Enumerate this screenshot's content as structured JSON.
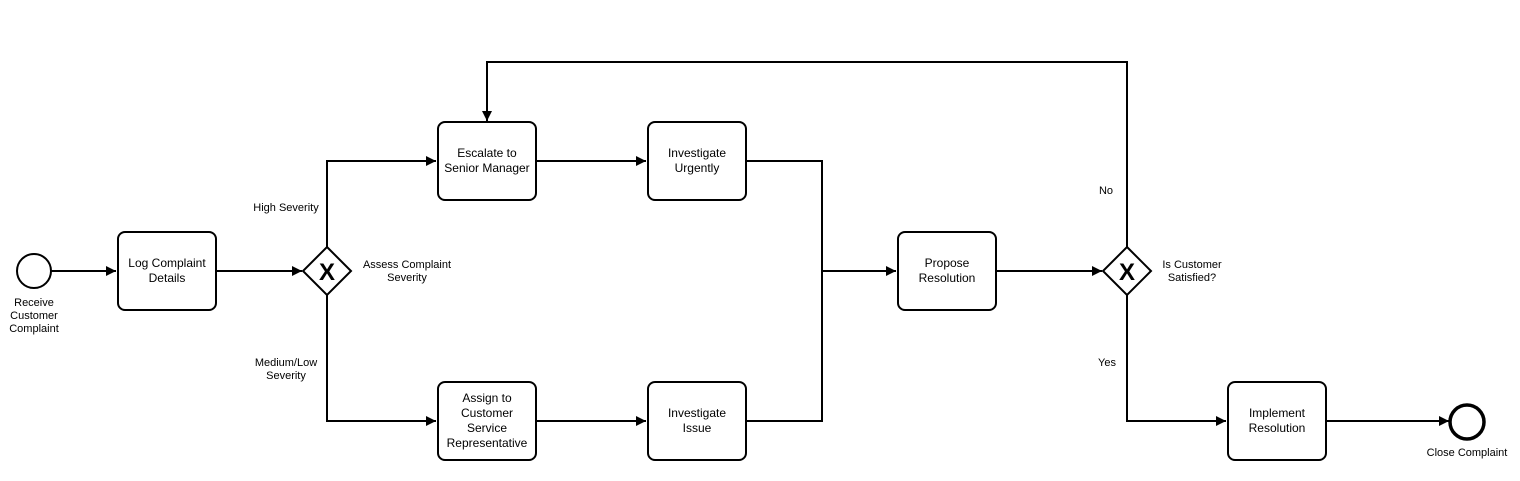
{
  "events": {
    "start": {
      "label": "Receive\nCustomer\nComplaint"
    },
    "end": {
      "label": "Close Complaint"
    }
  },
  "tasks": {
    "log": "Log Complaint\nDetails",
    "escalate": "Escalate to\nSenior Manager",
    "investigate_urgent": "Investigate\nUrgently",
    "assign": "Assign to\nCustomer\nService\nRepresentative",
    "investigate_issue": "Investigate\nIssue",
    "propose": "Propose\nResolution",
    "implement": "Implement\nResolution"
  },
  "gateways": {
    "severity": {
      "label": "Assess Complaint\nSeverity",
      "symbol": "X"
    },
    "satisfied": {
      "label": "Is Customer\nSatisfied?",
      "symbol": "X"
    }
  },
  "flow_labels": {
    "high": "High Severity",
    "medium_low": "Medium/Low\nSeverity",
    "no": "No",
    "yes": "Yes"
  },
  "colors": {
    "stroke": "#000000",
    "fill": "#ffffff"
  }
}
